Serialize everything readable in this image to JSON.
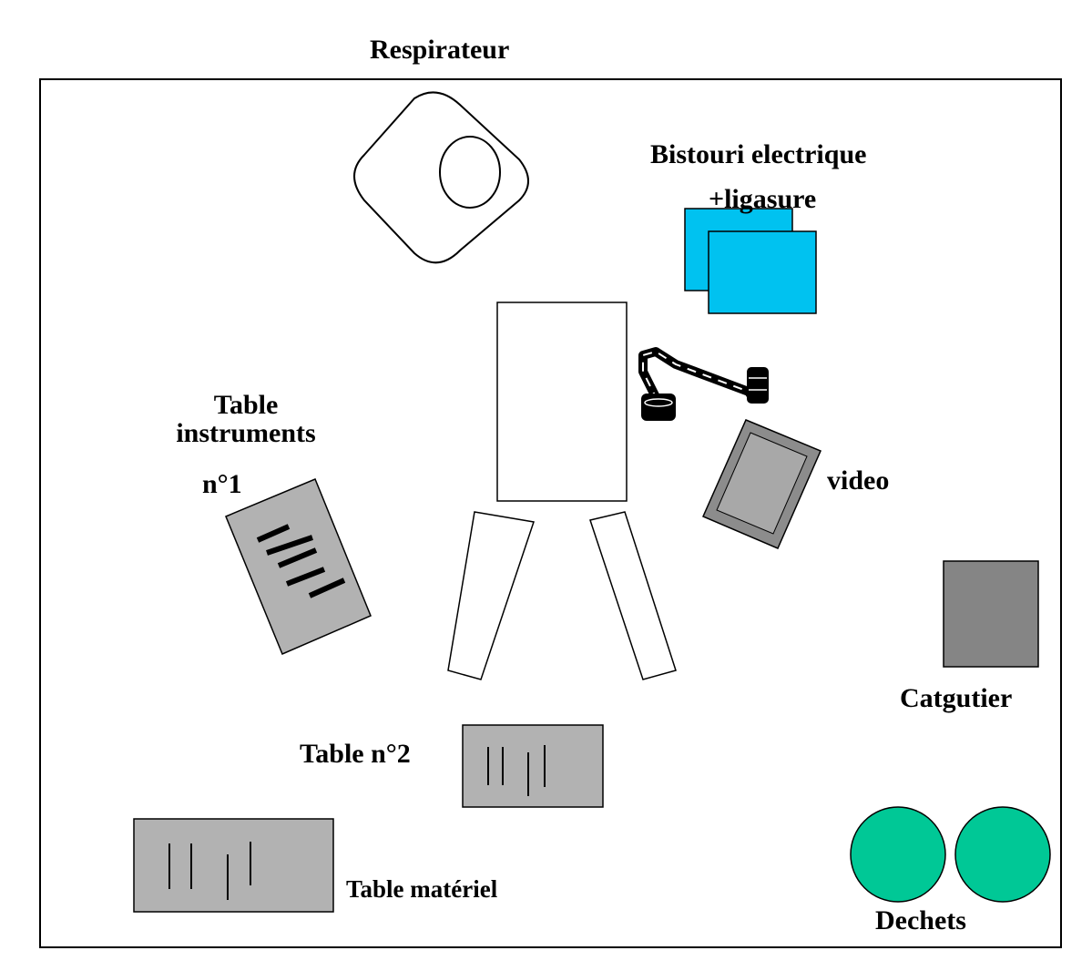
{
  "labels": {
    "respirateur": "Respirateur",
    "bistouri_line1": "Bistouri electrique",
    "bistouri_line2": "+ligasure",
    "table_instruments_line1": "Table",
    "table_instruments_line2": "instruments",
    "table_instruments_line3": "n°1",
    "video": "video",
    "catgutier": "Catgutier",
    "table_n2": "Table n°2",
    "table_materiel": "Table matériel",
    "dechets": "Dechets"
  },
  "colors": {
    "outline": "#000000",
    "bistouri_fill": "#00c2f0",
    "table_gray": "#b2b2b2",
    "catgutier_fill": "#858585",
    "dechets_fill": "#00c896",
    "video_frame": "#8c8c8c",
    "video_screen": "#a8a8a8"
  }
}
